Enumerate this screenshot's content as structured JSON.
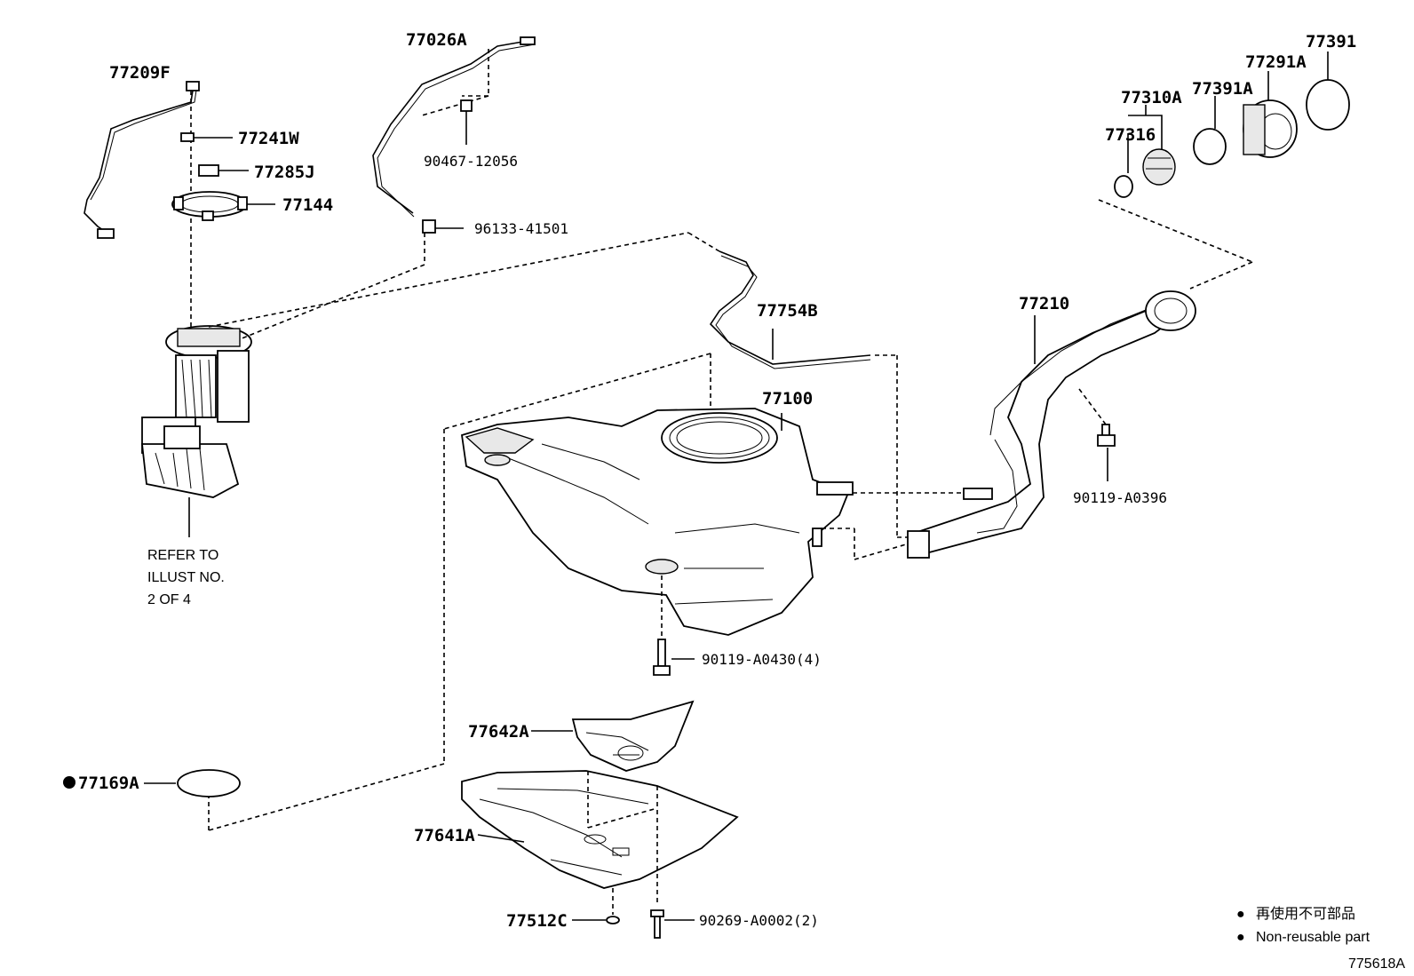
{
  "labels": {
    "p77209F": "77209F",
    "p77241W": "77241W",
    "p77285J": "77285J",
    "p77144": "77144",
    "p77026A": "77026A",
    "p90467": "90467-12056",
    "p96133": "96133-41501",
    "p77754B": "77754B",
    "p77100": "77100",
    "p77210": "77210",
    "p90119_0396": "90119-A0396",
    "p90119_0430": "90119-A0430(4)",
    "p77642A": "77642A",
    "p77641A": "77641A",
    "p77169A": "77169A",
    "p77512C": "77512C",
    "p90269": "90269-A0002(2)",
    "p77310A": "77310A",
    "p77316": "77316",
    "p77391A": "77391A",
    "p77291A": "77291A",
    "p77391": "77391"
  },
  "refer": [
    "REFER TO",
    "ILLUST NO.",
    "2 OF 4"
  ],
  "legend": {
    "jp": "再使用不可部品",
    "en": "Non-reusable part",
    "bullet": "●"
  },
  "figure_id": "775618A"
}
